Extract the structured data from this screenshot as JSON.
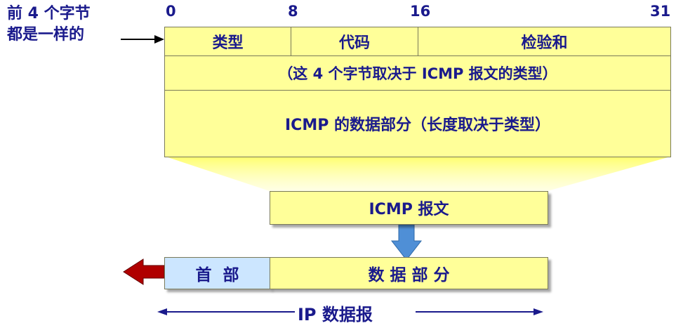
{
  "side_label": {
    "line1": "前 4 个字节",
    "line2": "都是一样的"
  },
  "bit_positions": [
    "0",
    "8",
    "16",
    "31"
  ],
  "header_fields": {
    "type": "类型",
    "code": "代码",
    "checksum": "检验和"
  },
  "rest_of_header": "（这 4 个字节取决于 ICMP 报文的类型）",
  "data_section": "ICMP 的数据部分（长度取决于类型）",
  "icmp_packet": "ICMP 报文",
  "ip_header": "首  部",
  "ip_data": "数 据 部 分",
  "ip_datagram": "IP 数据报",
  "colors": {
    "field_fill": "#ffff99",
    "header_fill": "#cce6ff",
    "text": "#1a1a8c",
    "down_arrow": "#4f8fd6",
    "left_arrow": "#b00000"
  }
}
